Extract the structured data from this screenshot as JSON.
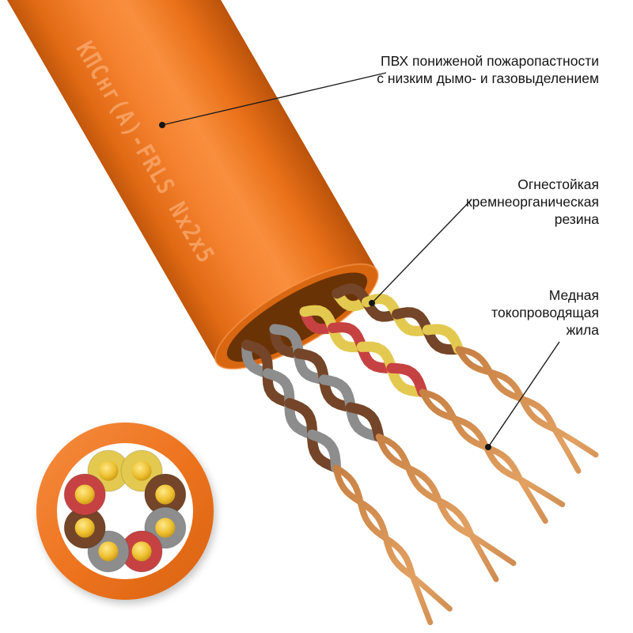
{
  "product": {
    "cable_marking": "КПСнг(А)-FRLS Nx2x5"
  },
  "annotations": {
    "sheath": {
      "lines": [
        "ПВХ пониженой пожаропастности",
        "с низким дымо- и газовыделением"
      ]
    },
    "insulation": {
      "lines": [
        "Огнестойкая",
        "кремнеорганическая",
        "резина"
      ]
    },
    "conductor": {
      "lines": [
        "Медная",
        "токопроводящая",
        "жила"
      ]
    }
  },
  "colors": {
    "background": "#FFFFFF",
    "sheath_orange": "#EE7420",
    "sheath_dark": "#BB530A",
    "sheath_light": "#F88F3E",
    "marking_text": "#F7A263",
    "copper": "#C98245",
    "wire_yellow": "#E3C94F",
    "wire_red": "#C64242",
    "wire_brown": "#744528",
    "wire_gray": "#8D8D8D",
    "conductor_gold": "#EDBF2E",
    "leader_line": "#1C1C1C"
  },
  "pairs": [
    {
      "colors": [
        "yellow",
        "brown"
      ]
    },
    {
      "colors": [
        "red",
        "yellow"
      ]
    },
    {
      "colors": [
        "brown",
        "gray"
      ]
    },
    {
      "colors": [
        "gray",
        "brown"
      ]
    }
  ],
  "cross_section": {
    "wires": [
      "yellow",
      "yellow",
      "brown",
      "gray",
      "red",
      "gray",
      "brown",
      "red"
    ],
    "positions_deg": [
      -22.5,
      22.5,
      67.5,
      112.5,
      157.5,
      202.5,
      247.5,
      292.5
    ]
  }
}
